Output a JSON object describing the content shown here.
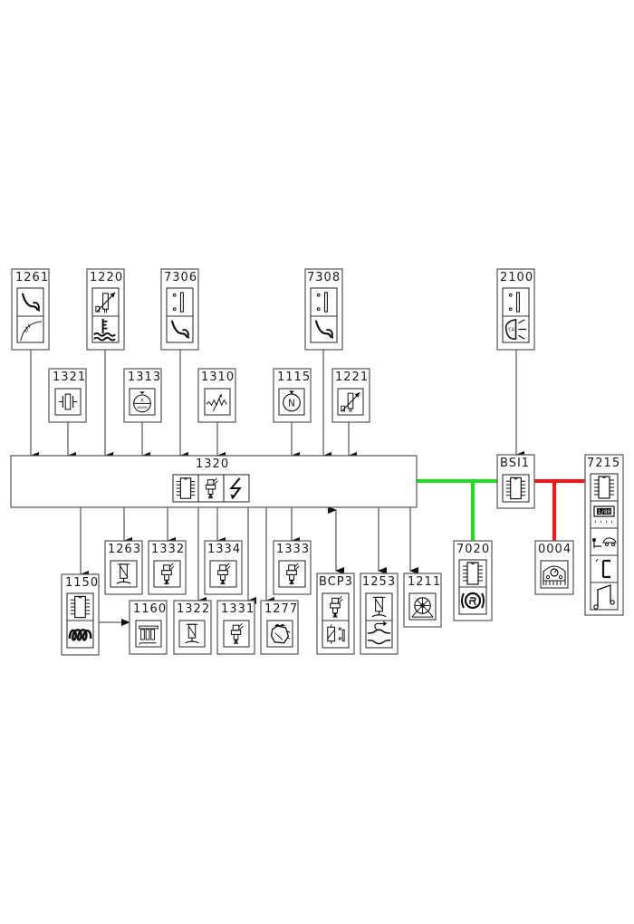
{
  "diagram": {
    "title": "Engine management network diagram",
    "central_ecu": {
      "id": "1320",
      "icons": [
        "ecu-chip-icon",
        "injector-icon",
        "ignition-lightning-icon"
      ]
    },
    "inputs": [
      {
        "id": "1261",
        "icons": [
          "pedal-icon",
          "position-gauge-icon"
        ]
      },
      {
        "id": "1220",
        "icons": [
          "temperature-sensor-icon",
          "coolant-temperature-icon"
        ]
      },
      {
        "id": "7306",
        "icons": [
          "switch-icon",
          "pedal-icon"
        ]
      },
      {
        "id": "7308",
        "icons": [
          "switch-icon",
          "pedal-icon"
        ]
      },
      {
        "id": "2100",
        "icons": [
          "switch-icon",
          "brake-lamp-icon"
        ]
      },
      {
        "id": "1321",
        "icons": [
          "crystal-oscillator-icon"
        ]
      },
      {
        "id": "1313",
        "icons": [
          "engine-speed-sensor-icon"
        ]
      },
      {
        "id": "1310",
        "icons": [
          "variable-resistor-icon"
        ]
      },
      {
        "id": "1115",
        "icons": [
          "camshaft-sensor-icon"
        ]
      },
      {
        "id": "1221",
        "icons": [
          "temperature-sensor-icon"
        ]
      }
    ],
    "outputs": [
      {
        "id": "1150",
        "icons": [
          "ecu-chip-icon",
          "glow-plug-coil-icon"
        ]
      },
      {
        "id": "1160",
        "icons": [
          "glow-plugs-icon"
        ]
      },
      {
        "id": "1263",
        "icons": [
          "solenoid-valve-icon"
        ]
      },
      {
        "id": "1332",
        "icons": [
          "injector-icon"
        ]
      },
      {
        "id": "1322",
        "icons": [
          "solenoid-valve-icon"
        ]
      },
      {
        "id": "1334",
        "icons": [
          "injector-icon"
        ]
      },
      {
        "id": "1331",
        "icons": [
          "injector-icon"
        ]
      },
      {
        "id": "1277",
        "icons": [
          "high-pressure-pump-icon"
        ]
      },
      {
        "id": "1333",
        "icons": [
          "injector-icon"
        ]
      },
      {
        "id": "BCP3",
        "icons": [
          "injector-icon",
          "solenoid-switch-icon"
        ]
      },
      {
        "id": "1253",
        "icons": [
          "solenoid-valve-icon",
          "bypass-flow-icon"
        ]
      },
      {
        "id": "1211",
        "icons": [
          "fuel-pump-icon"
        ]
      }
    ],
    "network": [
      {
        "id": "BSI1",
        "icons": [
          "ecu-chip-icon"
        ]
      },
      {
        "id": "7020",
        "icons": [
          "ecu-chip-icon",
          "abs-icon"
        ]
      },
      {
        "id": "0004",
        "icons": [
          "instrument-panel-icon"
        ]
      },
      {
        "id": "7215",
        "icons": [
          "ecu-chip-icon",
          "display-icon",
          "speed-control-icon",
          "bracket-icon",
          "music-note-icon"
        ]
      }
    ],
    "bus_colors": {
      "can_bus": "#22dd22",
      "van_bus": "#ff1111"
    }
  }
}
